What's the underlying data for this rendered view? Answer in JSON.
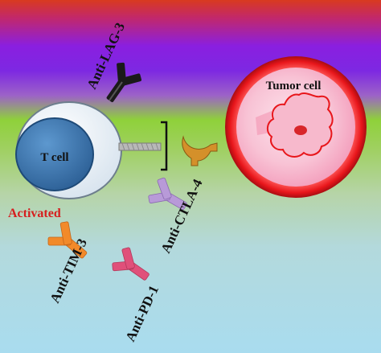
{
  "labels": {
    "t_cell": "T cell",
    "tumor_cell": "Tumor cell",
    "activated": "Activated",
    "anti_lag3": "Anti-LAG-3",
    "anti_ctla4": "Anti-CTLA-4",
    "anti_tim3": "Anti-TIM-3",
    "anti_pd1": "Anti-PD-1"
  },
  "colors": {
    "background_top": "#d93a1f",
    "background_band": "#8a1fe0",
    "background_green": "#8fd13a",
    "background_bottom": "#a9dcef",
    "t_cell_nucleus": "#3b78b3",
    "tumor_cell_rim": "#e8161b",
    "tumor_nucleus_outline": "#e8161b",
    "activated_text": "#d61e1e",
    "lag3_antibody": "#1a1a1a",
    "ctla4_antibody": "#b89ad8",
    "tim3_antibody": "#f28a2a",
    "pd1_antibody": "#e0507a",
    "receptor": "#d4902a"
  }
}
